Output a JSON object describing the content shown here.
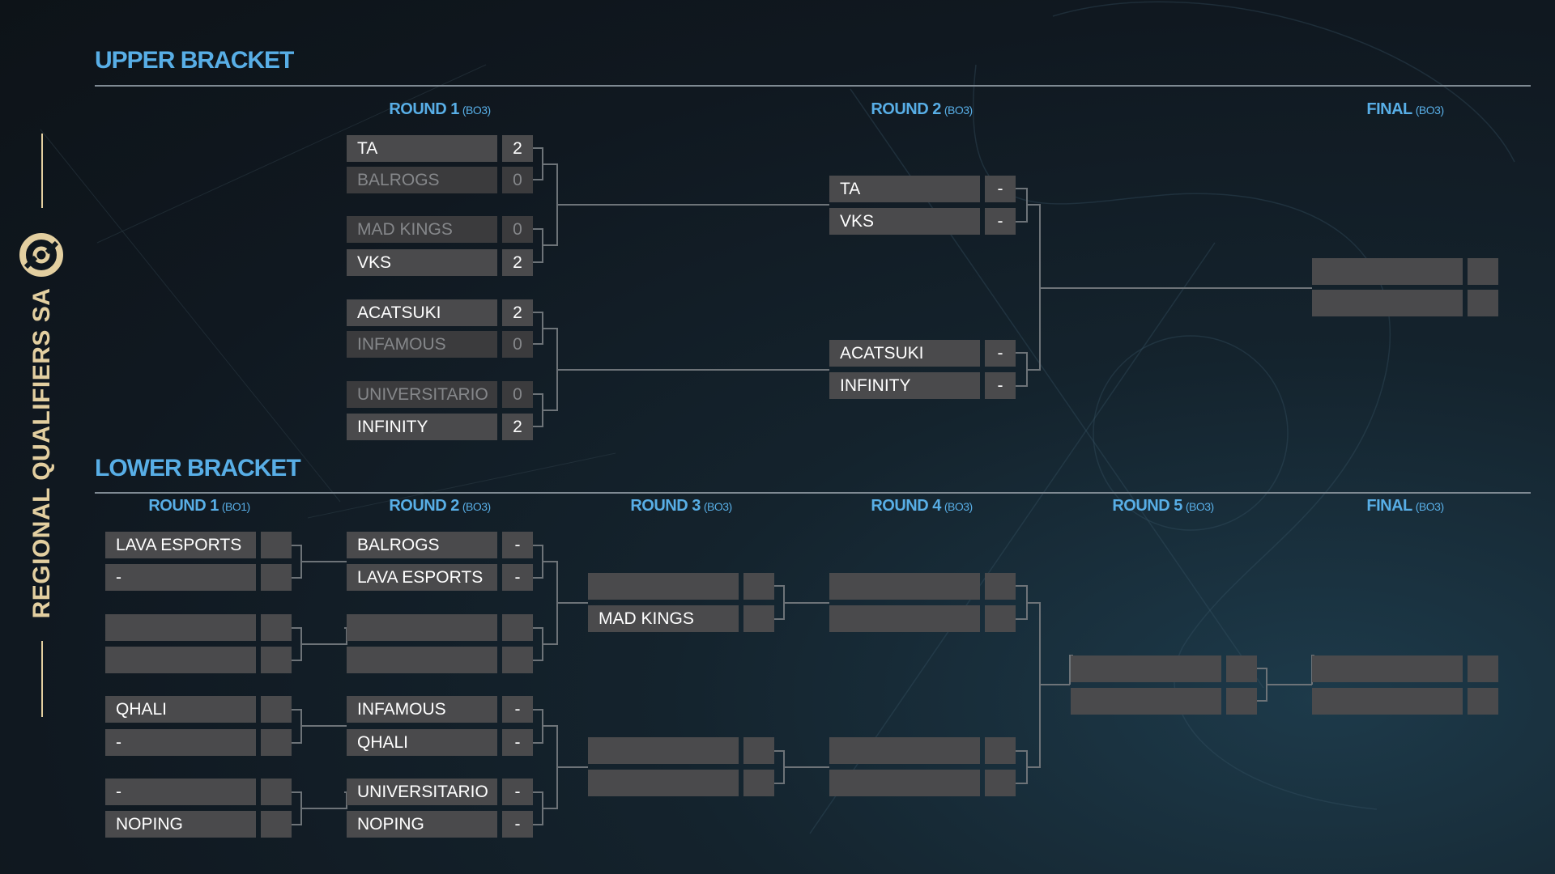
{
  "sidebar": {
    "title": "REGIONAL QUALIFIERS SA",
    "logo_icon": "dpc-logo-icon",
    "accent_color": "#e3cfa0"
  },
  "upper": {
    "title": "UPPER BRACKET",
    "rounds": [
      {
        "name": "ROUND 1",
        "format": "(BO3)"
      },
      {
        "name": "ROUND 2",
        "format": "(BO3)"
      },
      {
        "name": "FINAL",
        "format": "(BO3)"
      }
    ],
    "round1": [
      {
        "team": "TA",
        "score": "2",
        "status": "winner"
      },
      {
        "team": "BALROGS",
        "score": "0",
        "status": "loser"
      },
      {
        "team": "MAD KINGS",
        "score": "0",
        "status": "loser"
      },
      {
        "team": "VKS",
        "score": "2",
        "status": "winner"
      },
      {
        "team": "ACATSUKI",
        "score": "2",
        "status": "winner"
      },
      {
        "team": "INFAMOUS",
        "score": "0",
        "status": "loser"
      },
      {
        "team": "UNIVERSITARIO",
        "score": "0",
        "status": "loser"
      },
      {
        "team": "INFINITY",
        "score": "2",
        "status": "winner"
      }
    ],
    "round2": [
      {
        "team": "TA",
        "score": "-",
        "status": "pending"
      },
      {
        "team": "VKS",
        "score": "-",
        "status": "pending"
      },
      {
        "team": "ACATSUKI",
        "score": "-",
        "status": "pending"
      },
      {
        "team": "INFINITY",
        "score": "-",
        "status": "pending"
      }
    ],
    "final": [
      {
        "team": "",
        "score": "",
        "status": "empty"
      },
      {
        "team": "",
        "score": "",
        "status": "empty"
      }
    ]
  },
  "lower": {
    "title": "LOWER BRACKET",
    "rounds": [
      {
        "name": "ROUND 1",
        "format": "(BO1)"
      },
      {
        "name": "ROUND 2",
        "format": "(BO3)"
      },
      {
        "name": "ROUND 3",
        "format": "(BO3)"
      },
      {
        "name": "ROUND 4",
        "format": "(BO3)"
      },
      {
        "name": "ROUND 5",
        "format": "(BO3)"
      },
      {
        "name": "FINAL",
        "format": "(BO3)"
      }
    ],
    "round1": [
      {
        "team": "LAVA ESPORTS",
        "score": ""
      },
      {
        "team": "-",
        "score": ""
      },
      {
        "team": "",
        "score": ""
      },
      {
        "team": "",
        "score": ""
      },
      {
        "team": "QHALI",
        "score": ""
      },
      {
        "team": "-",
        "score": ""
      },
      {
        "team": "-",
        "score": ""
      },
      {
        "team": "NOPING",
        "score": ""
      }
    ],
    "round2": [
      {
        "team": "BALROGS",
        "score": "-"
      },
      {
        "team": "LAVA ESPORTS",
        "score": "-"
      },
      {
        "team": "",
        "score": ""
      },
      {
        "team": "",
        "score": ""
      },
      {
        "team": "INFAMOUS",
        "score": "-"
      },
      {
        "team": "QHALI",
        "score": "-"
      },
      {
        "team": "UNIVERSITARIO",
        "score": "-"
      },
      {
        "team": "NOPING",
        "score": "-"
      }
    ],
    "round3": [
      {
        "team": "",
        "score": ""
      },
      {
        "team": "MAD KINGS",
        "score": ""
      },
      {
        "team": "",
        "score": ""
      },
      {
        "team": "",
        "score": ""
      }
    ],
    "round4": [
      {
        "team": "",
        "score": ""
      },
      {
        "team": "",
        "score": ""
      },
      {
        "team": "",
        "score": ""
      },
      {
        "team": "",
        "score": ""
      }
    ],
    "round5": [
      {
        "team": "",
        "score": ""
      },
      {
        "team": "",
        "score": ""
      }
    ],
    "final": [
      {
        "team": "",
        "score": ""
      },
      {
        "team": "",
        "score": ""
      }
    ]
  }
}
